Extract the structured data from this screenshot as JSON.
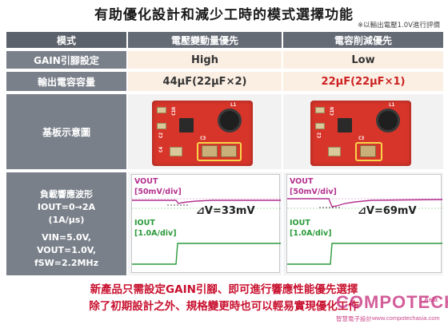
{
  "title": "有助優化設計和減少工時的模式選擇功能",
  "note": "※以輸出電壓1.0V進行評價",
  "header": {
    "mode": "模式",
    "col1": "電壓變動量優先",
    "col2": "電容削減優先"
  },
  "rows": {
    "gain_label": "GAIN引腳設定",
    "gain_col1": "High",
    "gain_col2": "Low",
    "cap_label": "輸出電容容量",
    "cap_col1": "44μF(22μF×2)",
    "cap_col2": "22μF(22μF×1)",
    "board_label": "基板示意圖"
  },
  "board_silk": {
    "l1": "L1",
    "c1n": "C1N",
    "c2": "C2",
    "c3": "C3",
    "c4": "C4"
  },
  "wave": {
    "label_line1": "負載響應波形",
    "label_line2": "IOUT=0→2A",
    "label_line3": "(1A/μs)",
    "label_line4": "VIN=5.0V,",
    "label_line5": "VOUT=1.0V,",
    "label_line6": "fSW=2.2MHz",
    "vout_label": "VOUT",
    "vout_scale": "[50mV/div]",
    "iout_label": "IOUT",
    "iout_scale": "[1.0A/div]",
    "dv_col1": "⊿V=33mV",
    "dv_col2": "⊿V=69mV"
  },
  "bottom": {
    "line1": "新產品只需設定GAIN引腳、即可進行響應性能優先選擇",
    "line2": "除了初期設計之外、規格變更時也可以輕易實現優化工作"
  },
  "logo": {
    "name": "COMPOTECH",
    "region": "Asia",
    "tagline": "智慧電子設計",
    "url": "www.compotechasia.com"
  },
  "colors": {
    "vout_trace": "#b3318f",
    "iout_trace": "#2a9a3a",
    "accent_red": "#cc1f1f",
    "header_gray": "#656b75"
  }
}
